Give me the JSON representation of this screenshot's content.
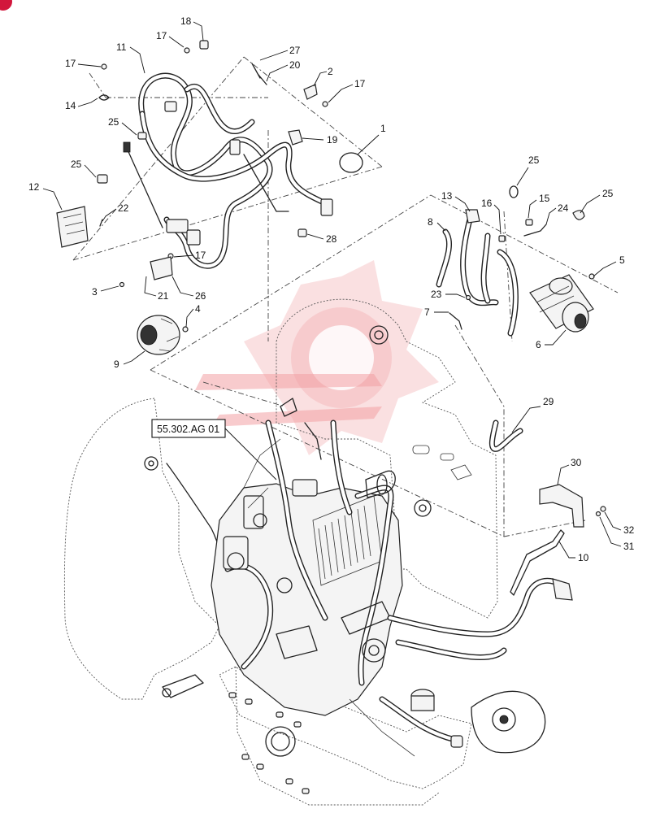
{
  "reference_label": "55.302.AG 01",
  "callouts": [
    {
      "id": "c18",
      "label": "18"
    },
    {
      "id": "c17a",
      "label": "17"
    },
    {
      "id": "c11",
      "label": "11"
    },
    {
      "id": "c27",
      "label": "27"
    },
    {
      "id": "c17b",
      "label": "17"
    },
    {
      "id": "c20",
      "label": "20"
    },
    {
      "id": "c2",
      "label": "2"
    },
    {
      "id": "c14",
      "label": "14"
    },
    {
      "id": "c17c",
      "label": "17"
    },
    {
      "id": "c25a",
      "label": "25"
    },
    {
      "id": "c19",
      "label": "19"
    },
    {
      "id": "c1",
      "label": "1"
    },
    {
      "id": "c25b",
      "label": "25"
    },
    {
      "id": "c12",
      "label": "12"
    },
    {
      "id": "c22",
      "label": "22"
    },
    {
      "id": "c28",
      "label": "28"
    },
    {
      "id": "c17d",
      "label": "17"
    },
    {
      "id": "c3",
      "label": "3"
    },
    {
      "id": "c21",
      "label": "21"
    },
    {
      "id": "c26",
      "label": "26"
    },
    {
      "id": "c4",
      "label": "4"
    },
    {
      "id": "c9",
      "label": "9"
    },
    {
      "id": "c25c",
      "label": "25"
    },
    {
      "id": "c13",
      "label": "13"
    },
    {
      "id": "c16",
      "label": "16"
    },
    {
      "id": "c15",
      "label": "15"
    },
    {
      "id": "c24",
      "label": "24"
    },
    {
      "id": "c25d",
      "label": "25"
    },
    {
      "id": "c8",
      "label": "8"
    },
    {
      "id": "c5",
      "label": "5"
    },
    {
      "id": "c23",
      "label": "23"
    },
    {
      "id": "c7",
      "label": "7"
    },
    {
      "id": "c6",
      "label": "6"
    },
    {
      "id": "c29",
      "label": "29"
    },
    {
      "id": "c30",
      "label": "30"
    },
    {
      "id": "c32",
      "label": "32"
    },
    {
      "id": "c31",
      "label": "31"
    },
    {
      "id": "c10",
      "label": "10"
    }
  ],
  "colors": {
    "line": "#222222",
    "watermark": "#f3a0a4",
    "badge": "#d2163c"
  }
}
